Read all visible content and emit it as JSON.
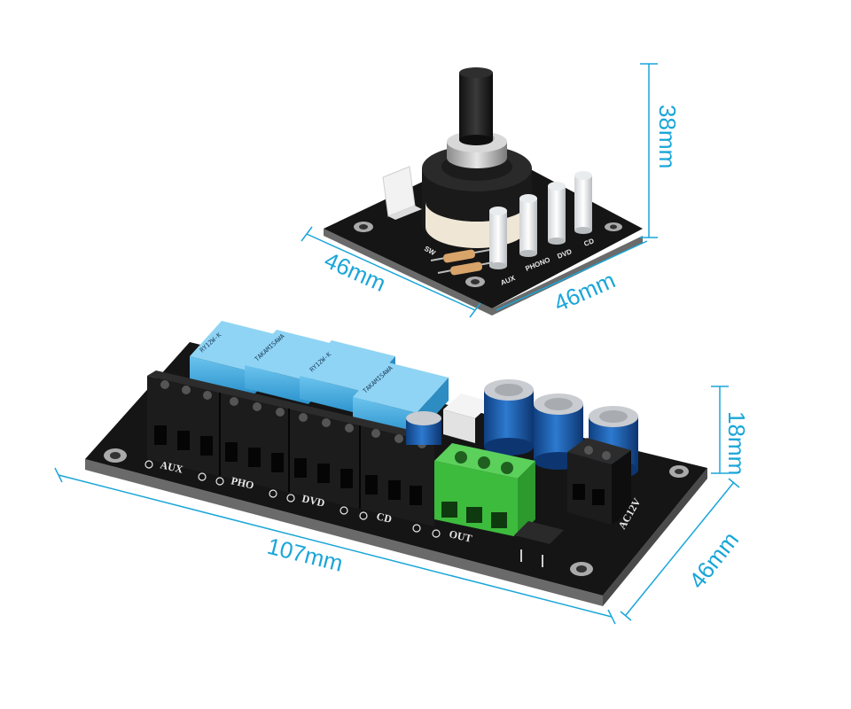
{
  "colors": {
    "dimension_lines": "#1aa6d8",
    "pcb": "#151515",
    "relay": "#3aa8e0",
    "terminal_black": "#1c1c1c",
    "terminal_green": "#3dbb3d",
    "capacitor": "#1e64b4"
  },
  "small_board": {
    "dimensions": {
      "height": "38mm",
      "depth": "46mm",
      "width": "46mm"
    },
    "silkscreen": {
      "aux": "AUX",
      "phono": "PHONO",
      "dvd": "DVD",
      "cd": "CD",
      "sw": "SW"
    }
  },
  "large_board": {
    "dimensions": {
      "length": "107mm",
      "height": "18mm",
      "width": "46mm"
    },
    "silkscreen": {
      "aux": "AUX",
      "pho": "PHO",
      "dvd": "DVD",
      "cd": "CD",
      "out": "OUT",
      "power": "AC12V"
    },
    "relay_markings": {
      "model": "RY12W-K",
      "brand": "TAKAMISAWA"
    }
  }
}
